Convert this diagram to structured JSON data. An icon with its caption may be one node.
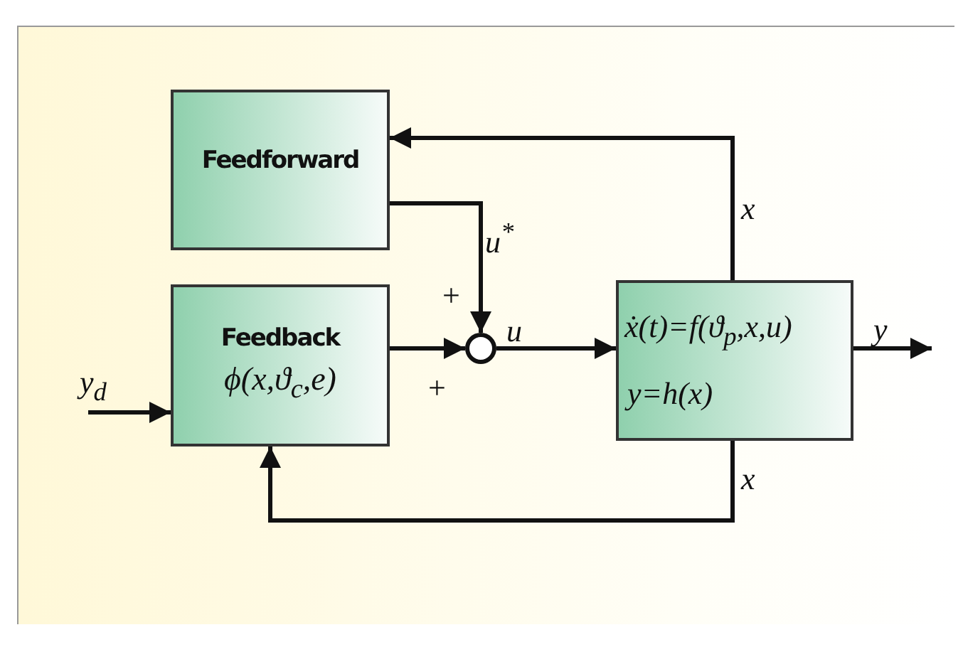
{
  "diagram": {
    "nodes": [
      {
        "text": [
          "Feedforward"
        ]
      },
      {
        "text": [
          "Feedback",
          "ϕ(x,ϑ$_{c}$,e)"
        ]
      },
      {
        "text": [],
        "shape": "circle"
      },
      {
        "text": [
          "ẋ(t)=f(ϑ$_{p}$,x,u)",
          "y=h(x)"
        ]
      }
    ],
    "edges": [
      {
        "from": 3,
        "to": 0,
        "arrow": "to",
        "label": "x"
      },
      {
        "from": 0,
        "to": 2,
        "arrow": "to",
        "label": "u$^{*}$"
      },
      {
        "from": 1,
        "to": 2,
        "arrow": "to"
      },
      {
        "from": 2,
        "to": 3,
        "arrow": "to",
        "label": "u"
      },
      {
        "from": 3,
        "to": null,
        "arrow": "to",
        "label": "y"
      },
      {
        "from": null,
        "to": 1,
        "arrow": "to",
        "label": "y$_{d}$"
      },
      {
        "from": 3,
        "to": 1,
        "arrow": "to",
        "label": "x"
      }
    ],
    "labels": [
      "+",
      "+"
    ]
  }
}
